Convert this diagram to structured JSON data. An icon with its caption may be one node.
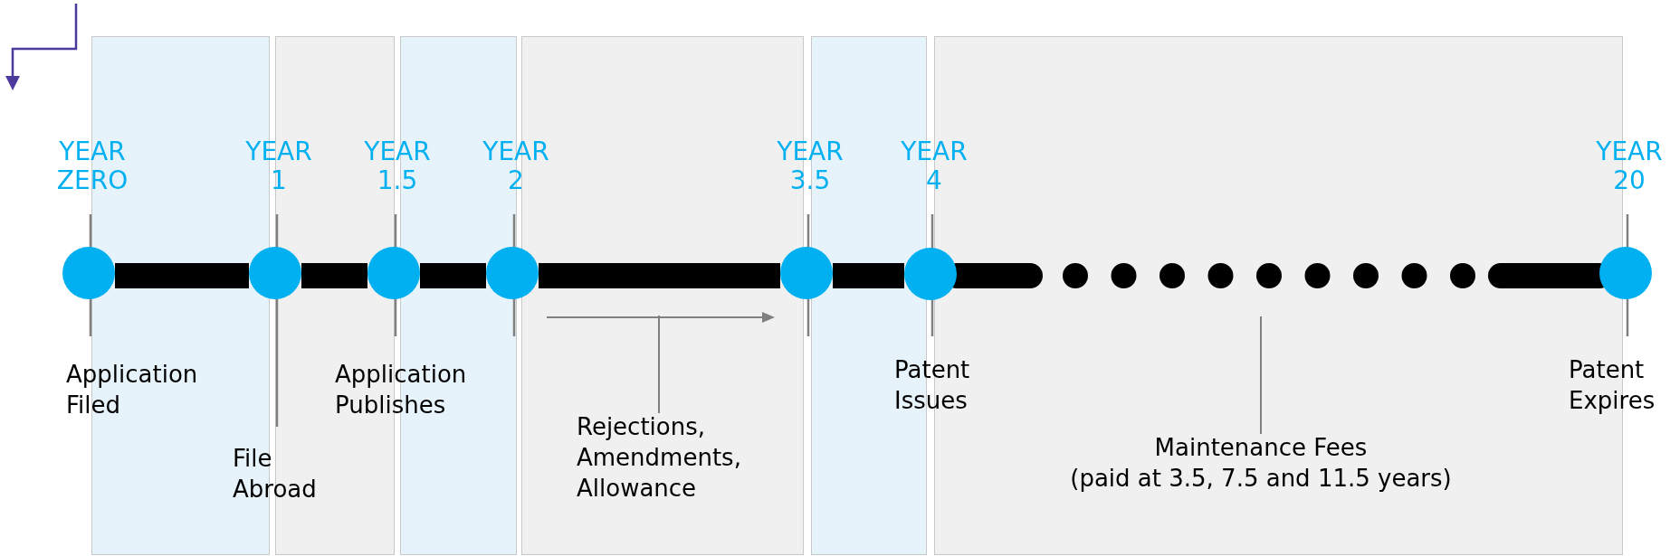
{
  "diagram": {
    "nodes": [
      {
        "text": [],
        "shape": "circle",
        "beside": [
          "YEAR ZERO",
          "Application Filed"
        ]
      },
      {
        "text": [],
        "shape": "circle",
        "beside": [
          "YEAR 1"
        ]
      },
      {
        "text": [],
        "shape": "circle",
        "beside": [
          "YEAR 1.5",
          "Application Publishes"
        ]
      },
      {
        "text": [],
        "shape": "circle",
        "beside": [
          "YEAR 2"
        ]
      },
      {
        "text": [],
        "shape": "circle",
        "beside": [
          "YEAR 3.5"
        ]
      },
      {
        "text": [],
        "shape": "circle",
        "beside": [
          "YEAR 4",
          "Patent Issues"
        ]
      },
      {
        "text": [],
        "shape": "circle",
        "beside": [
          "YEAR 20",
          "Patent Expires"
        ]
      },
      {
        "text": [
          "Rejections, Amendments, Allowance"
        ]
      },
      {
        "text": [
          "Maintenance Fees",
          "(paid at 3.5, 7.5 and 11.5 years)"
        ]
      }
    ],
    "edges": [
      {
        "from": 0,
        "to": 1,
        "arrow": "none"
      },
      {
        "from": 1,
        "to": 2,
        "arrow": "none"
      },
      {
        "from": 2,
        "to": 3,
        "arrow": "none"
      },
      {
        "from": 3,
        "to": 4,
        "arrow": "none"
      },
      {
        "from": 4,
        "to": 5,
        "arrow": "none"
      },
      {
        "from": 5,
        "to": 6,
        "arrow": "none",
        "style": "dashed"
      },
      {
        "from": 7,
        "to": null,
        "arrow": "none",
        "color": "#808080"
      },
      {
        "from": 8,
        "to": null,
        "arrow": "none",
        "color": "#808080"
      }
    ],
    "labels": [
      "File Abroad"
    ]
  }
}
